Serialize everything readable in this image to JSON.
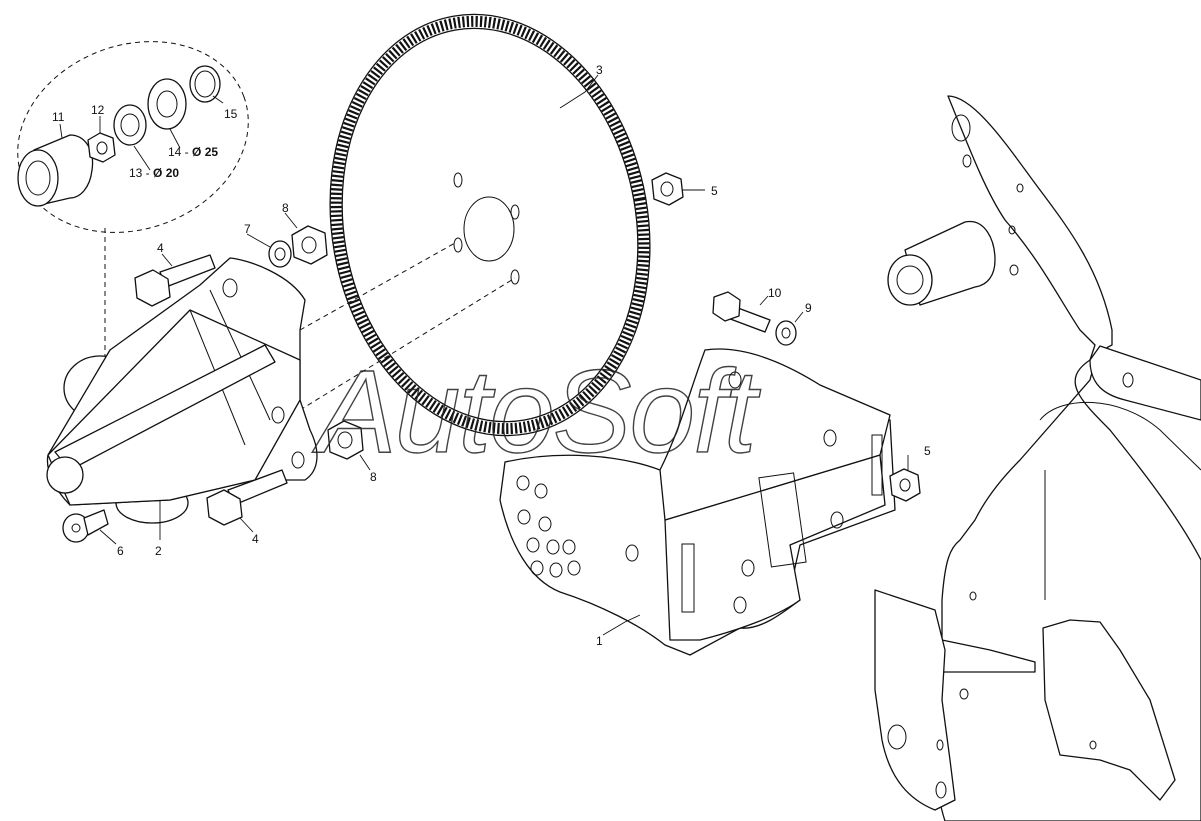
{
  "watermark": "AutoSoft",
  "callouts": {
    "c1": "1",
    "c2": "2",
    "c3": "3",
    "c4a": "4",
    "c4b": "4",
    "c5a": "5",
    "c5b": "5",
    "c6": "6",
    "c7": "7",
    "c8a": "8",
    "c8b": "8",
    "c9": "9",
    "c10": "10",
    "c11": "11",
    "c12": "12",
    "c13_num": "13 -",
    "c13_dim": "Ø 20",
    "c14_num": "14 -",
    "c14_dim": "Ø 25",
    "c15": "15"
  }
}
